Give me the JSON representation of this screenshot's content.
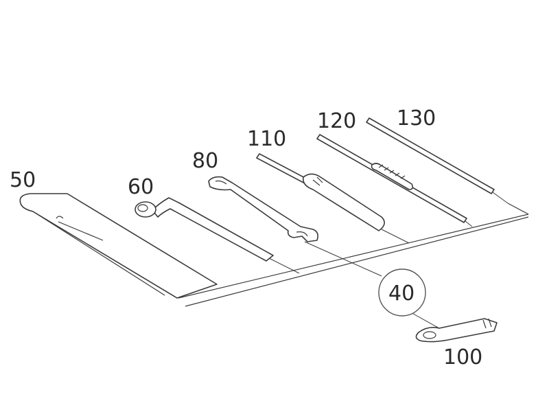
{
  "diagram": {
    "callouts": {
      "bag": "50",
      "socket_wrench": "60",
      "open_end_wrench": "80",
      "screwdriver": "110",
      "rod_tool": "120",
      "long_rod": "130",
      "kit_circle": "40",
      "tow_eye": "100"
    }
  }
}
